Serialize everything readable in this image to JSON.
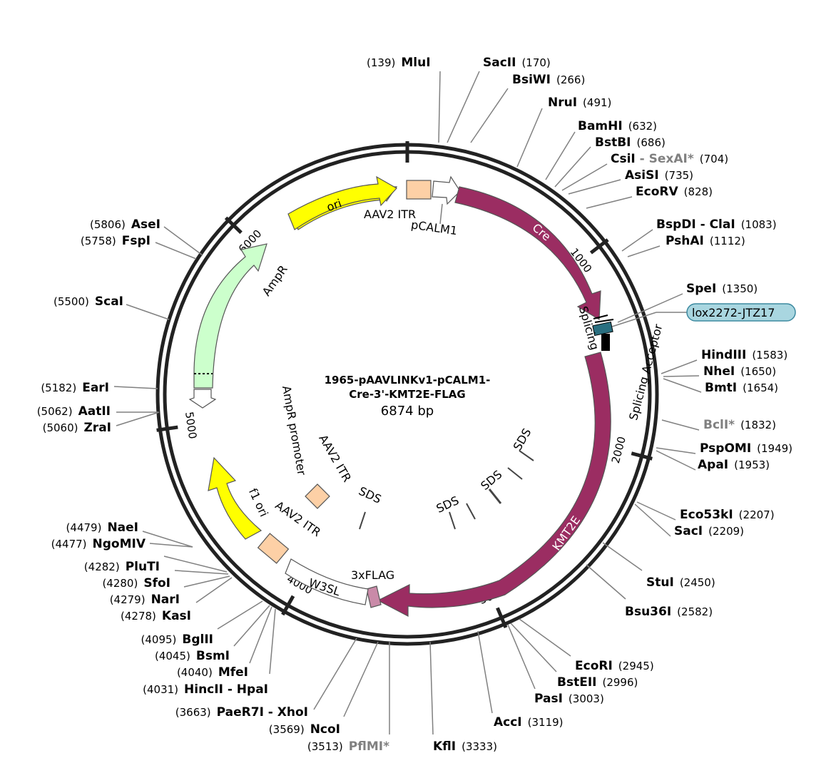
{
  "plasmid": {
    "name_line1": "1965-pAAVLINKv1-pCALM1-",
    "name_line2": "Cre-3'-KMT2E-FLAG",
    "size_label": "6874 bp",
    "total_bp": 6874
  },
  "ruler_ticks": [
    {
      "bp": 0,
      "label": ""
    },
    {
      "bp": 1000,
      "label": "1000"
    },
    {
      "bp": 2000,
      "label": "2000"
    },
    {
      "bp": 3000,
      "label": "3000"
    },
    {
      "bp": 4000,
      "label": "4000"
    },
    {
      "bp": 5000,
      "label": "5000"
    },
    {
      "bp": 6000,
      "label": "6000"
    }
  ],
  "features": {
    "ori": "ori",
    "aav2_itr_top": "AAV2 ITR",
    "pcalm1": "pCALM1",
    "cre": "Cre",
    "splicing_donor": "Splicing Donor",
    "splicing_acceptor": "Splicing Acceptor",
    "lox": "lox2272-JTZ17",
    "kmt2e": "KMT2E",
    "flag": "3xFLAG",
    "w3sl": "W3SL",
    "aav2_itr_bottom": "AAV2 ITR",
    "f1_ori": "f1 ori",
    "ampr_promoter": "AmpR promoter",
    "ampr": "AmpR",
    "aav2_itr_inner": "AAV2 ITR",
    "sds_1": "SDS",
    "sds_2": "SDS",
    "sds_3": "SDS",
    "sds_4": "SDS"
  },
  "colors": {
    "backbone": "#222222",
    "cre_kmt2e": "#9b2d62",
    "ori_f1": "#ffff00",
    "itr": "#fdd0a6",
    "ampr": "#ccffcc",
    "flag": "#c98aa8",
    "lox": "#a9d6e0"
  },
  "sites": [
    {
      "name": "MluI",
      "pos": "(139)"
    },
    {
      "name": "SacII",
      "pos": "(170)"
    },
    {
      "name": "BsiWI",
      "pos": "(266)"
    },
    {
      "name": "NruI",
      "pos": "(491)"
    },
    {
      "name": "BamHI",
      "pos": "(632)"
    },
    {
      "name": "BstBI",
      "pos": "(686)"
    },
    {
      "name": "CsiI",
      "pos": "(704)",
      "extra_sep": " - ",
      "extra": "SexAI*"
    },
    {
      "name": "AsiSI",
      "pos": "(735)"
    },
    {
      "name": "EcoRV",
      "pos": "(828)"
    },
    {
      "name": "BspDI - ClaI",
      "pos": "(1083)"
    },
    {
      "name": "PshAI",
      "pos": "(1112)"
    },
    {
      "name": "SpeI",
      "pos": "(1350)"
    },
    {
      "name": "HindIII",
      "pos": "(1583)"
    },
    {
      "name": "NheI",
      "pos": "(1650)"
    },
    {
      "name": "BmtI",
      "pos": "(1654)"
    },
    {
      "name": "BclI*",
      "pos": "(1832)",
      "grey": true
    },
    {
      "name": "PspOMI",
      "pos": "(1949)"
    },
    {
      "name": "ApaI",
      "pos": "(1953)"
    },
    {
      "name": "Eco53kI",
      "pos": "(2207)"
    },
    {
      "name": "SacI",
      "pos": "(2209)"
    },
    {
      "name": "StuI",
      "pos": "(2450)"
    },
    {
      "name": "Bsu36I",
      "pos": "(2582)"
    },
    {
      "name": "EcoRI",
      "pos": "(2945)"
    },
    {
      "name": "BstEII",
      "pos": "(2996)"
    },
    {
      "name": "PasI",
      "pos": "(3003)"
    },
    {
      "name": "AccI",
      "pos": "(3119)"
    },
    {
      "name": "KflI",
      "pos": "(3333)"
    },
    {
      "name": "PflMI*",
      "pos": "(3513)",
      "grey": true
    },
    {
      "name": "NcoI",
      "pos": "(3569)"
    },
    {
      "name": "PaeR7I - XhoI",
      "pos": "(3663)"
    },
    {
      "name": "HincII - HpaI",
      "pos": "(4031)"
    },
    {
      "name": "MfeI",
      "pos": "(4040)"
    },
    {
      "name": "BsmI",
      "pos": "(4045)"
    },
    {
      "name": "BglII",
      "pos": "(4095)"
    },
    {
      "name": "KasI",
      "pos": "(4278)"
    },
    {
      "name": "NarI",
      "pos": "(4279)"
    },
    {
      "name": "SfoI",
      "pos": "(4280)"
    },
    {
      "name": "PluTI",
      "pos": "(4282)"
    },
    {
      "name": "NgoMIV",
      "pos": "(4477)"
    },
    {
      "name": "NaeI",
      "pos": "(4479)"
    },
    {
      "name": "ZraI",
      "pos": "(5060)"
    },
    {
      "name": "AatII",
      "pos": "(5062)"
    },
    {
      "name": "EarI",
      "pos": "(5182)"
    },
    {
      "name": "ScaI",
      "pos": "(5500)"
    },
    {
      "name": "FspI",
      "pos": "(5758)"
    },
    {
      "name": "AseI",
      "pos": "(5806)"
    }
  ]
}
